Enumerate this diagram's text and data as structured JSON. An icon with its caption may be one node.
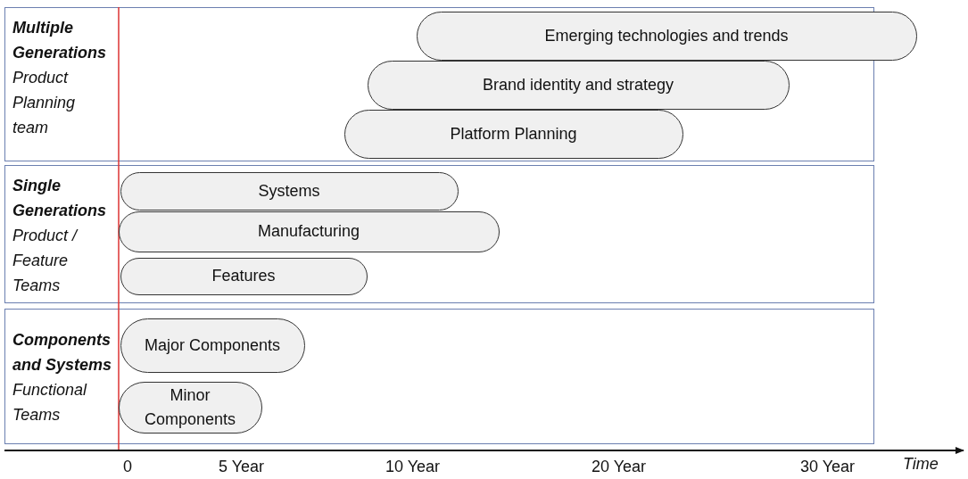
{
  "diagram": {
    "nodes": [
      {
        "text": [
          "Multiple Generations",
          "Product Planning team"
        ]
      },
      {
        "text": [
          "Emerging technologies and trends"
        ],
        "in": 0
      },
      {
        "text": [
          "Brand identity and strategy"
        ],
        "in": 0
      },
      {
        "text": [
          "Platform Planning"
        ],
        "in": 0
      },
      {
        "text": [
          "Single Generations",
          "Product / Feature Teams"
        ]
      },
      {
        "text": [
          "Systems"
        ],
        "in": 4
      },
      {
        "text": [
          "Manufacturing"
        ],
        "in": 4
      },
      {
        "text": [
          "Features"
        ],
        "in": 4
      },
      {
        "text": [
          "Components and Systems",
          "Functional Teams"
        ]
      },
      {
        "text": [
          "Major Components"
        ],
        "in": 8
      },
      {
        "text": [
          "Minor Components"
        ],
        "in": 8
      }
    ],
    "edges": [],
    "labels": [
      "0",
      "5 Year",
      "10 Year",
      "20 Year",
      "30 Year",
      "Time"
    ]
  }
}
